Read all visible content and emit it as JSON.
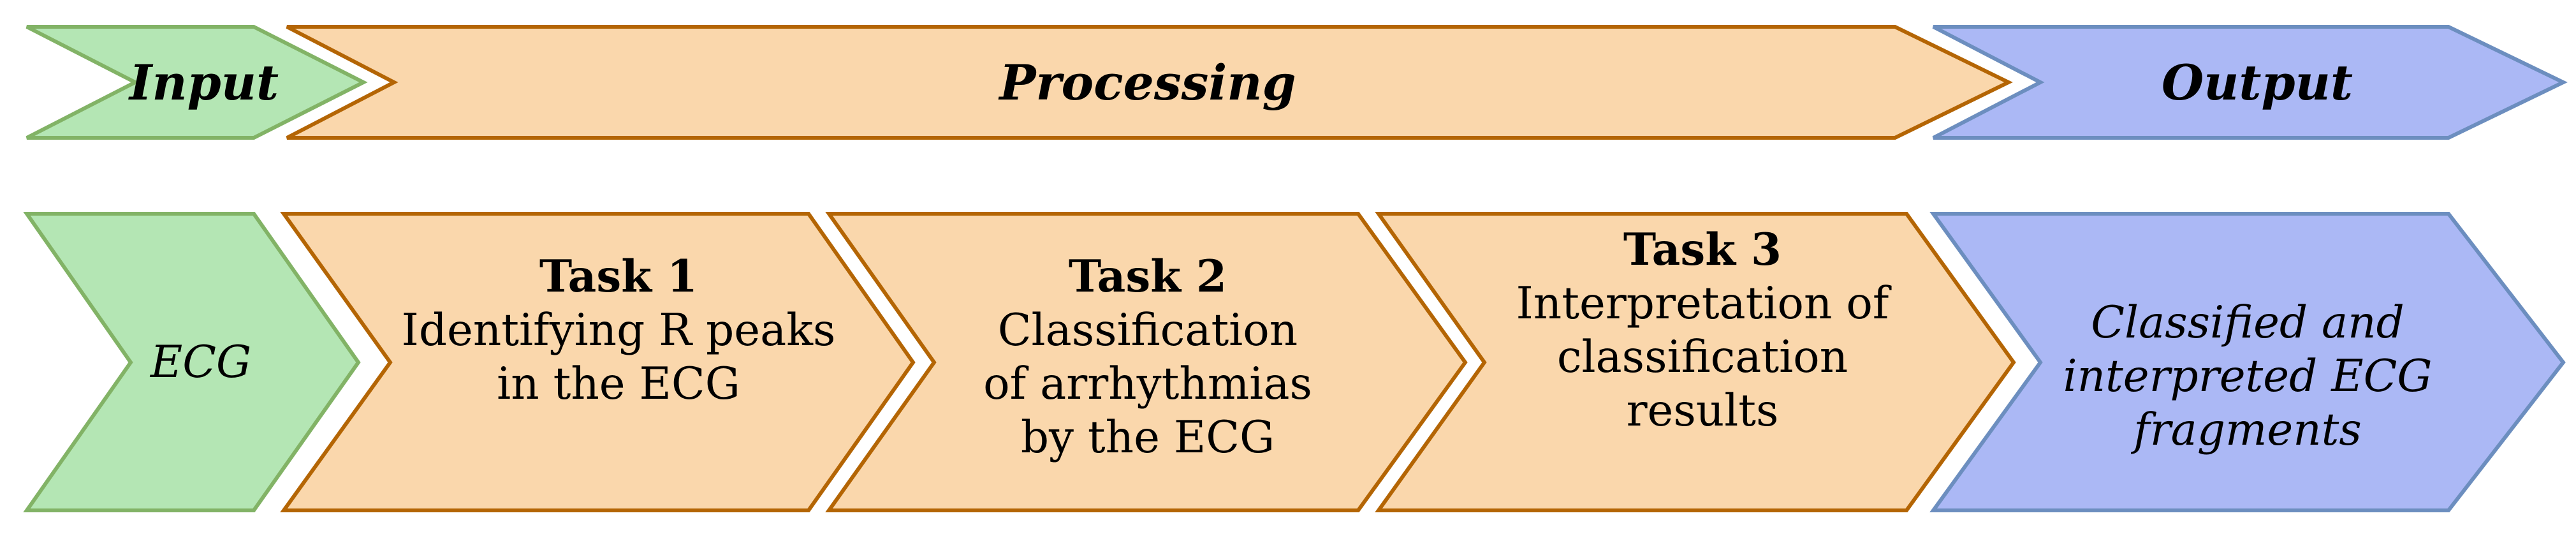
{
  "colors": {
    "green_fill": "#b4e6b4",
    "green_stroke": "#82b366",
    "orange_fill": "#fad7ac",
    "orange_stroke": "#b46504",
    "blue_fill": "#abb8f5",
    "blue_stroke": "#6c8ebf"
  },
  "header": {
    "input": "Input",
    "processing": "Processing",
    "output": "Output"
  },
  "stages": {
    "ecg": "ECG",
    "task1": {
      "title": "Task 1",
      "line1": "Identifying R peaks",
      "line2": "in the ECG"
    },
    "task2": {
      "title": "Task 2",
      "line1": "Classification",
      "line2": "of arrhythmias",
      "line3": "by the ECG"
    },
    "task3": {
      "title": "Task 3",
      "line1": "Interpretation of",
      "line2": "classification results"
    },
    "output": {
      "line1": "Classified and",
      "line2": "interpreted ECG",
      "line3": "fragments"
    }
  }
}
